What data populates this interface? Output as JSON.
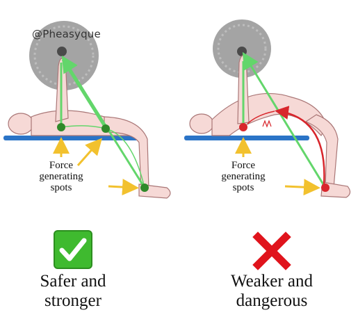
{
  "watermark": "@Pheasyque",
  "panels": [
    {
      "force_label_lines": [
        "Force",
        "generating",
        "spots"
      ],
      "verdict_icon": "green-checkmark-icon",
      "caption_lines": [
        "Safer and",
        "stronger"
      ],
      "spot_color": "#2f8a2a"
    },
    {
      "force_label_lines": [
        "Force",
        "generating",
        "spots"
      ],
      "verdict_icon": "red-cross-icon",
      "caption_lines": [
        "Weaker and",
        "dangerous"
      ],
      "spot_color": "#d8262c"
    }
  ],
  "colors": {
    "force_line": "#63d66b",
    "bench": "#2b74c7",
    "arrow": "#f2c12e",
    "arch_arrow": "#d8262c",
    "plate": "#9a9a9a",
    "skin": "#f6d9d6",
    "check_bg": "#3fba2f",
    "cross": "#e0141c"
  }
}
